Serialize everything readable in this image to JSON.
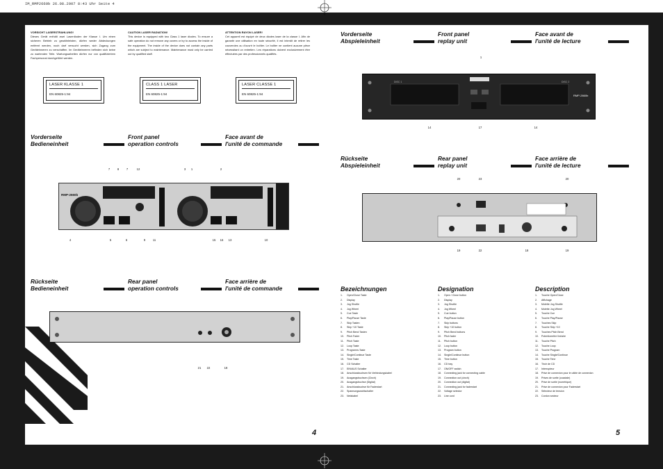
{
  "header": "IM_RMP2660b  26.08.2007  8:43 Uhr  Seite 4",
  "page_left": "4",
  "page_right": "5",
  "warnings": [
    {
      "title": "VORSICHT LASERSTRAHLUNG!",
      "body": "Dieses Gerät enthält zwei Laserdioden der Klasse I. Um einen sicheren Betrieb zu gewährleisten, dürfen weder Abdeckungen entfernt werden, noch darf versucht werden, sich Zugang zum Geräteinneren zu verschaffen. Im Geräteinneren befinden sich keine zu wartenden Teile. Wartungsarbeiten dürfen nur von qualifiziertem Fachpersonal durchgeführt werden."
    },
    {
      "title": "CAUTION LASER RADIATION!",
      "body": "This device is equipped with two Class 1 laser diodes. To ensure a safe operation do not remove any covers or try to access the inside of the equipment. The inside of the device does not contain any parts which are subject to maintenance. Maintenance must only be carried out by qualified staff."
    },
    {
      "title": "ATTENTION RAYON LASER!",
      "body": "Cet appareil est équipé de deux diodes laser de la classe I. Afin de garantir une utilisation en toute sécurité, il est interdit de retirer les couvercles ou d'ouvrir le boîtier. Le boîtier ne contient aucune pièce nécessitant un entretien. Les réparations doivent exclusivement être effectuées par des professionnels qualifiés."
    }
  ],
  "labels": [
    {
      "title": "LASER KLASSE 1",
      "norm": "EN 60825-1:94"
    },
    {
      "title": "CLASS 1 LASER",
      "norm": "EN 60825-1:94"
    },
    {
      "title": "LASER CLASSE 1",
      "norm": "EN 60825-1:94"
    }
  ],
  "sections": {
    "front_de": [
      "Vorderseite",
      "Bedieneinheit"
    ],
    "front_en": [
      "Front panel",
      "operation controls"
    ],
    "front_fr": [
      "Face avant de",
      "l'unité de commande"
    ],
    "rear_de": [
      "Rückseite",
      "Bedieneinheit"
    ],
    "rear_en": [
      "Rear panel",
      "operation controls"
    ],
    "rear_fr": [
      "Face arrière de",
      "l'unité de commande"
    ],
    "play_front_de": [
      "Vorderseite",
      "Abspieleinheit"
    ],
    "play_front_en": [
      "Front panel",
      "replay unit"
    ],
    "play_front_fr": [
      "Face avant de",
      "l'unité de lecture"
    ],
    "play_rear_de": [
      "Rückseite",
      "Abspieleinheit"
    ],
    "play_rear_en": [
      "Rear panel",
      "replay unit"
    ],
    "play_rear_fr": [
      "Face arrière de",
      "l'unité de lecture"
    ],
    "list_de": "Bezeichnungen",
    "list_en": "Designation",
    "list_fr": "Description"
  },
  "callouts": {
    "control_top": [
      "7",
      "8",
      "7",
      "12",
      "3",
      "1",
      "2"
    ],
    "control_bottom": [
      "4",
      "5",
      "6",
      "9",
      "11",
      "15",
      "16",
      "13",
      "10"
    ],
    "rear_control": [
      "21",
      "22",
      "18"
    ],
    "replay_front_top": [
      "1"
    ],
    "replay_front_bottom": [
      "14",
      "17",
      "14"
    ],
    "replay_rear_top": [
      "20",
      "23",
      "20"
    ],
    "replay_rear_bottom": [
      "19",
      "22",
      "18",
      "19"
    ]
  },
  "device_text": {
    "brand": "RMP-2660b",
    "disc1": "DISC 1",
    "disc2": "DISC 2"
  },
  "list_de": [
    "Open/Close Taste",
    "Display",
    "Jog Shuttle",
    "Jog Wheel",
    "Cue Taste",
    "Play/Pause Taste",
    "Skip Tasten",
    "Skip +10 Taste",
    "Pitch Bend Tasten",
    "Pitch Fader",
    "Pitch Taste",
    "Loop Taste",
    "Programm-Taste",
    "Single/Continue Taste",
    "Time Taste",
    "CD Schalter",
    "EIN/AUS Schalter",
    "Anschlussbuchsen für Verbindungskabel",
    "Ausgangsbuchsen (Cinch)",
    "Ausgangsbuchse (Digital)",
    "Anschlussbuchse für Faderstart",
    "Spannungswahlschalter",
    "Netzkabel"
  ],
  "list_en": [
    "Open / Close button",
    "Display",
    "Jog Shuttle",
    "Jog Wheel",
    "Cue button",
    "Play/Pause button",
    "Skip buttons",
    "Skip +10 button",
    "Pitch Bend buttons",
    "Pitch fader",
    "Pitch button",
    "Loop button",
    "Program button",
    "Single/Continue button",
    "Time button",
    "CD tray",
    "ON/OFF switch",
    "Connecting jack for connecting cable",
    "Connection out (cinch)",
    "Connection out (digital)",
    "Connecting jack for faderstart",
    "Voltage selector",
    "Line cord"
  ],
  "list_fr": [
    "Touche Open/Close",
    "Affichage",
    "Molette Jog Shuttle",
    "Molette Jog Wheel",
    "Touche Cue",
    "Touche Play/Pause",
    "Touches Skip",
    "Touche Skip +10",
    "Touches Pitch Bend",
    "Potentiomètre linéaire",
    "Touche Pitch",
    "Touche Loop",
    "Touche Program",
    "Touche Single/Continue",
    "Touche Time",
    "Tiroir de CD",
    "Interrupteur",
    "Prise de connexion pour le câble de connexion",
    "Prises de sortie (coaxiale)",
    "Prise de sortie (numérique)",
    "Prise de connexion pour Faderstart",
    "Sélecteur de tension",
    "Cordon secteur"
  ]
}
